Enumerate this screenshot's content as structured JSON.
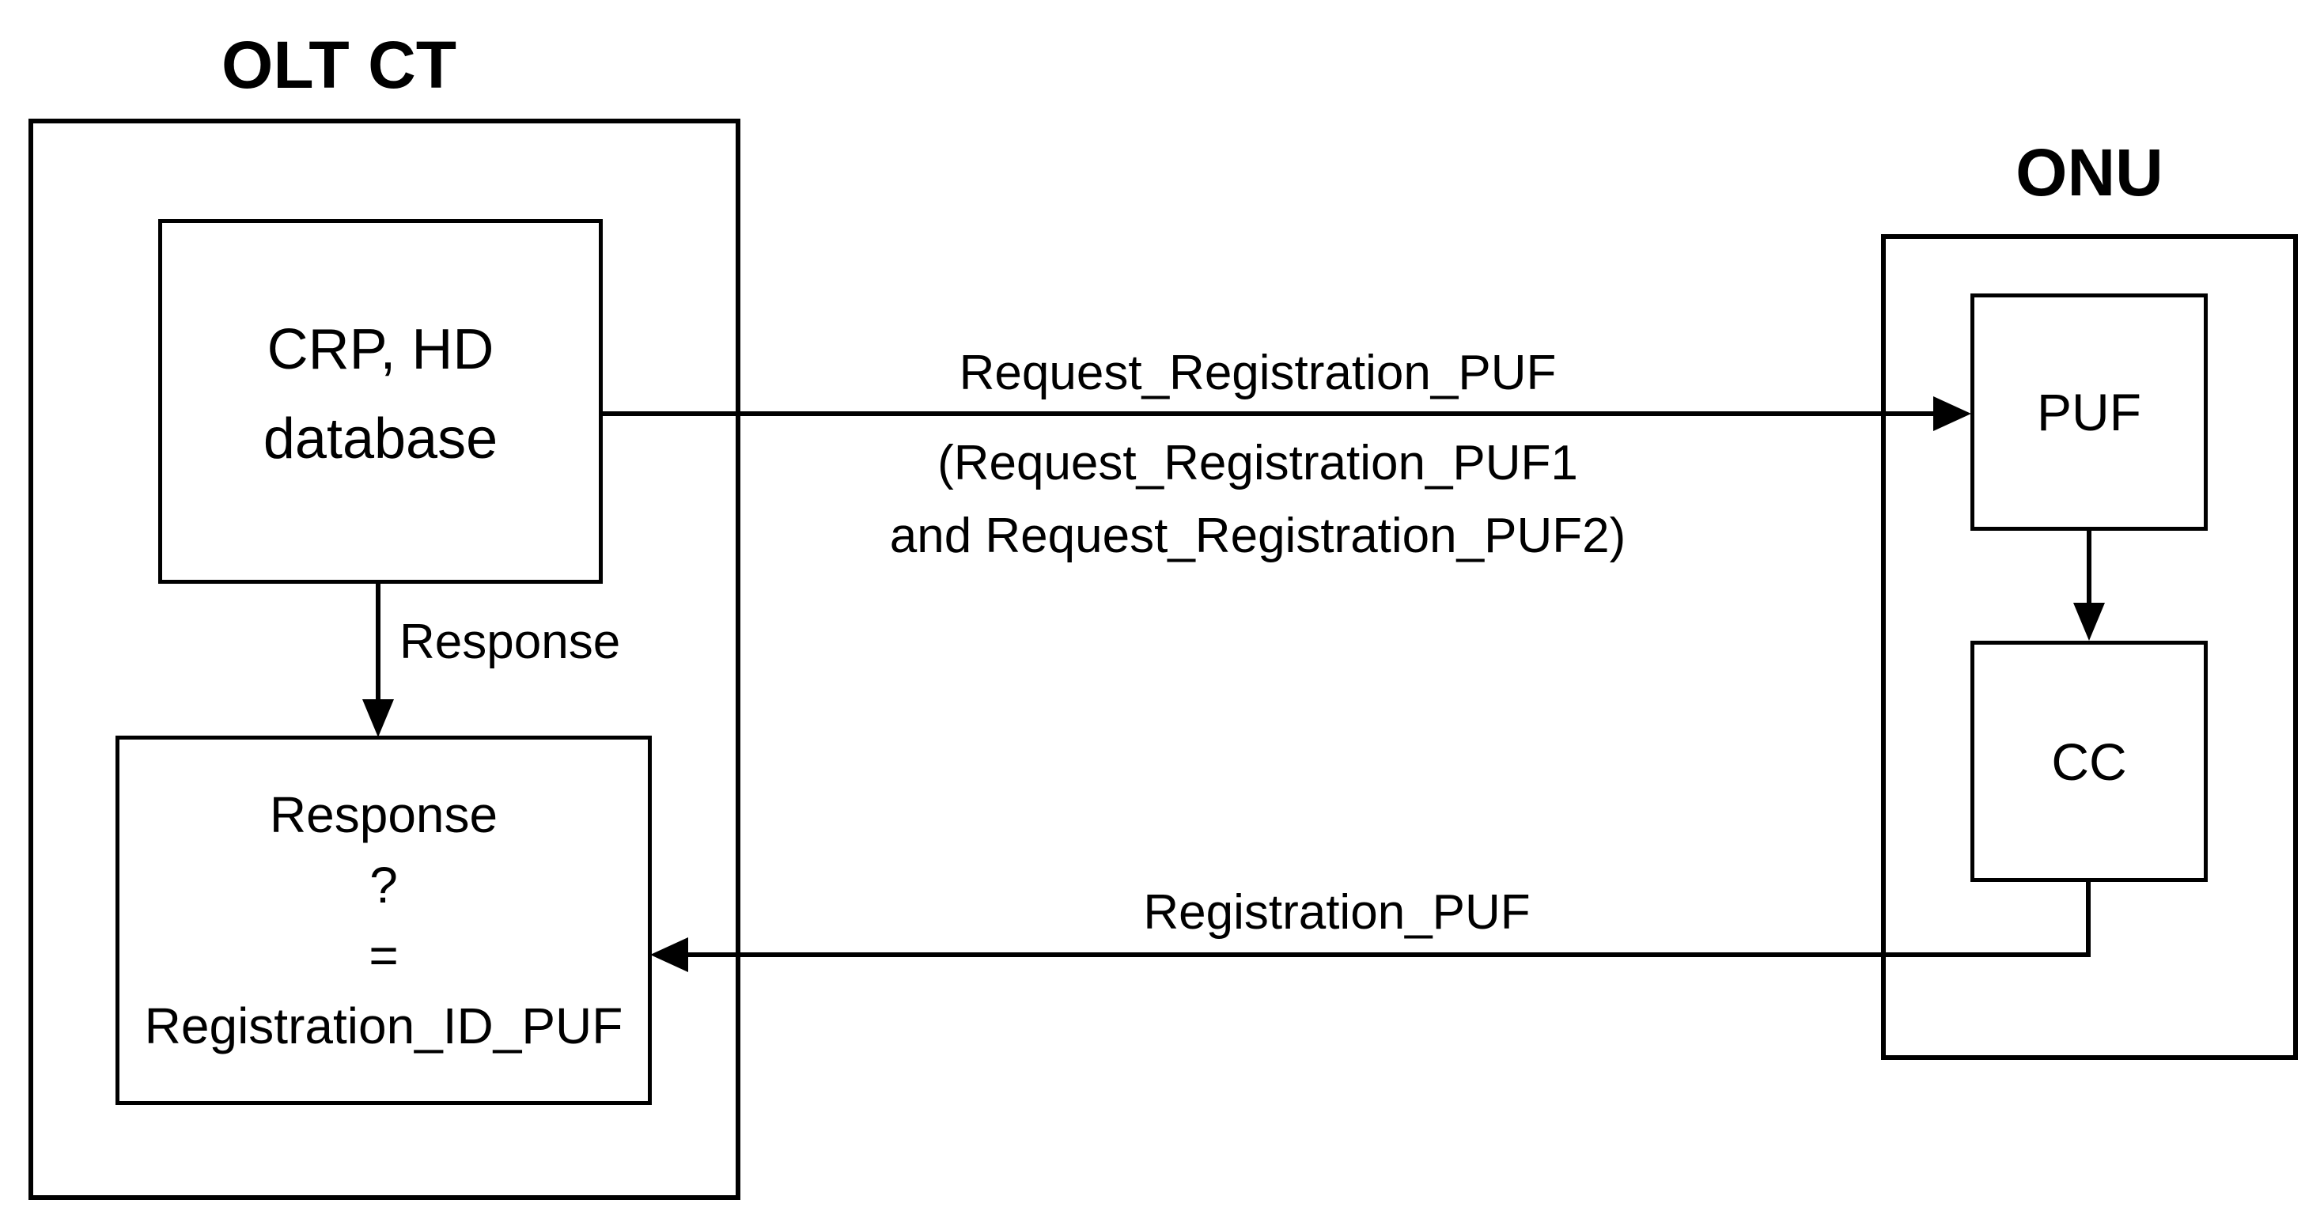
{
  "figure": {
    "background_color": "#ffffff",
    "stroke_color": "#000000",
    "text_color": "#000000"
  },
  "olt": {
    "title": "OLT CT",
    "crp_box": {
      "line1": "CRP, HD",
      "line2": "database"
    },
    "internal_arrow_label": "Response",
    "compare_box": {
      "line1": "Response",
      "line2": "?",
      "line3": "=",
      "line4": "Registration_ID_PUF"
    }
  },
  "onu": {
    "title": "ONU",
    "puf_label": "PUF",
    "cc_label": "CC"
  },
  "messages": {
    "request": {
      "line1": "Request_Registration_PUF",
      "line2": "(Request_Registration_PUF1",
      "line3": "and Request_Registration_PUF2)"
    },
    "reply": {
      "label": "Registration_PUF"
    }
  }
}
